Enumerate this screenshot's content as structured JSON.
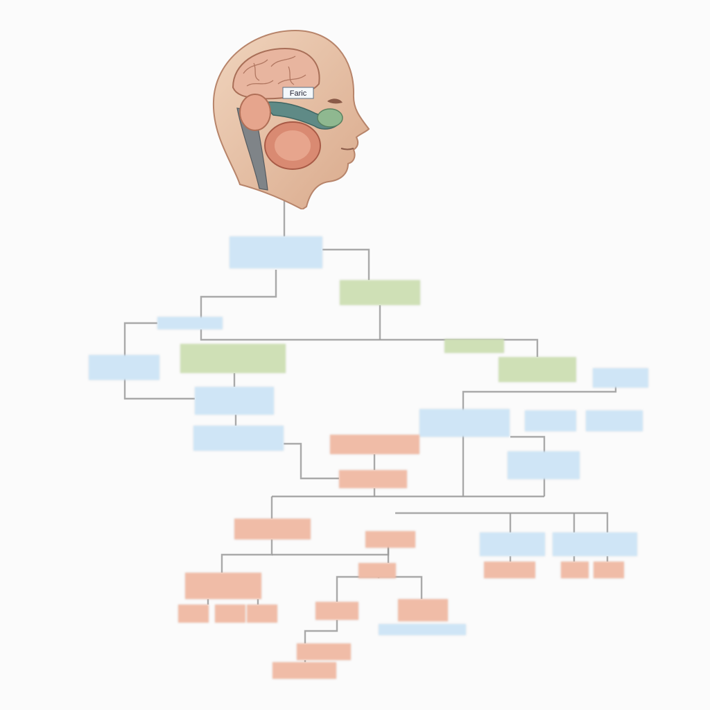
{
  "diagram": {
    "type": "flowchart",
    "head_label": "Faric",
    "colors": {
      "blue": "#cfe5f6",
      "green": "#cfe0b6",
      "salmon": "#f0bca7",
      "connector": "#9a9a9a"
    },
    "nodes": [
      {
        "id": "n1",
        "label": "",
        "color": "blue"
      },
      {
        "id": "n2",
        "label": "",
        "color": "green"
      },
      {
        "id": "n3",
        "label": "",
        "color": "blue"
      },
      {
        "id": "n4",
        "label": "",
        "color": "blue"
      },
      {
        "id": "n5",
        "label": "",
        "color": "green"
      },
      {
        "id": "n6",
        "label": "",
        "color": "green"
      },
      {
        "id": "n7",
        "label": "",
        "color": "green"
      },
      {
        "id": "n8",
        "label": "",
        "color": "blue"
      },
      {
        "id": "n9",
        "label": "",
        "color": "blue"
      },
      {
        "id": "n10",
        "label": "",
        "color": "blue"
      },
      {
        "id": "n11",
        "label": "",
        "color": "blue"
      },
      {
        "id": "n12",
        "label": "",
        "color": "blue"
      },
      {
        "id": "n13",
        "label": "",
        "color": "blue"
      },
      {
        "id": "n14",
        "label": "",
        "color": "salmon"
      },
      {
        "id": "n15",
        "label": "",
        "color": "blue"
      },
      {
        "id": "n16",
        "label": "",
        "color": "salmon"
      },
      {
        "id": "n17",
        "label": "",
        "color": "salmon"
      },
      {
        "id": "n18",
        "label": "",
        "color": "salmon"
      },
      {
        "id": "n19",
        "label": "",
        "color": "blue"
      },
      {
        "id": "n20",
        "label": "",
        "color": "blue"
      },
      {
        "id": "n21",
        "label": "",
        "color": "salmon"
      },
      {
        "id": "n22",
        "label": "",
        "color": "salmon"
      },
      {
        "id": "n23",
        "label": "",
        "color": "salmon"
      },
      {
        "id": "n24",
        "label": "",
        "color": "salmon"
      },
      {
        "id": "n25",
        "label": "",
        "color": "salmon"
      },
      {
        "id": "n26",
        "label": "",
        "color": "salmon"
      },
      {
        "id": "n27",
        "label": "",
        "color": "salmon"
      },
      {
        "id": "n28",
        "label": "",
        "color": "salmon"
      },
      {
        "id": "n29",
        "label": "",
        "color": "salmon"
      },
      {
        "id": "n30",
        "label": "",
        "color": "salmon"
      },
      {
        "id": "n31",
        "label": "",
        "color": "blue"
      },
      {
        "id": "n32",
        "label": "",
        "color": "salmon"
      },
      {
        "id": "n33",
        "label": "",
        "color": "salmon"
      }
    ]
  }
}
